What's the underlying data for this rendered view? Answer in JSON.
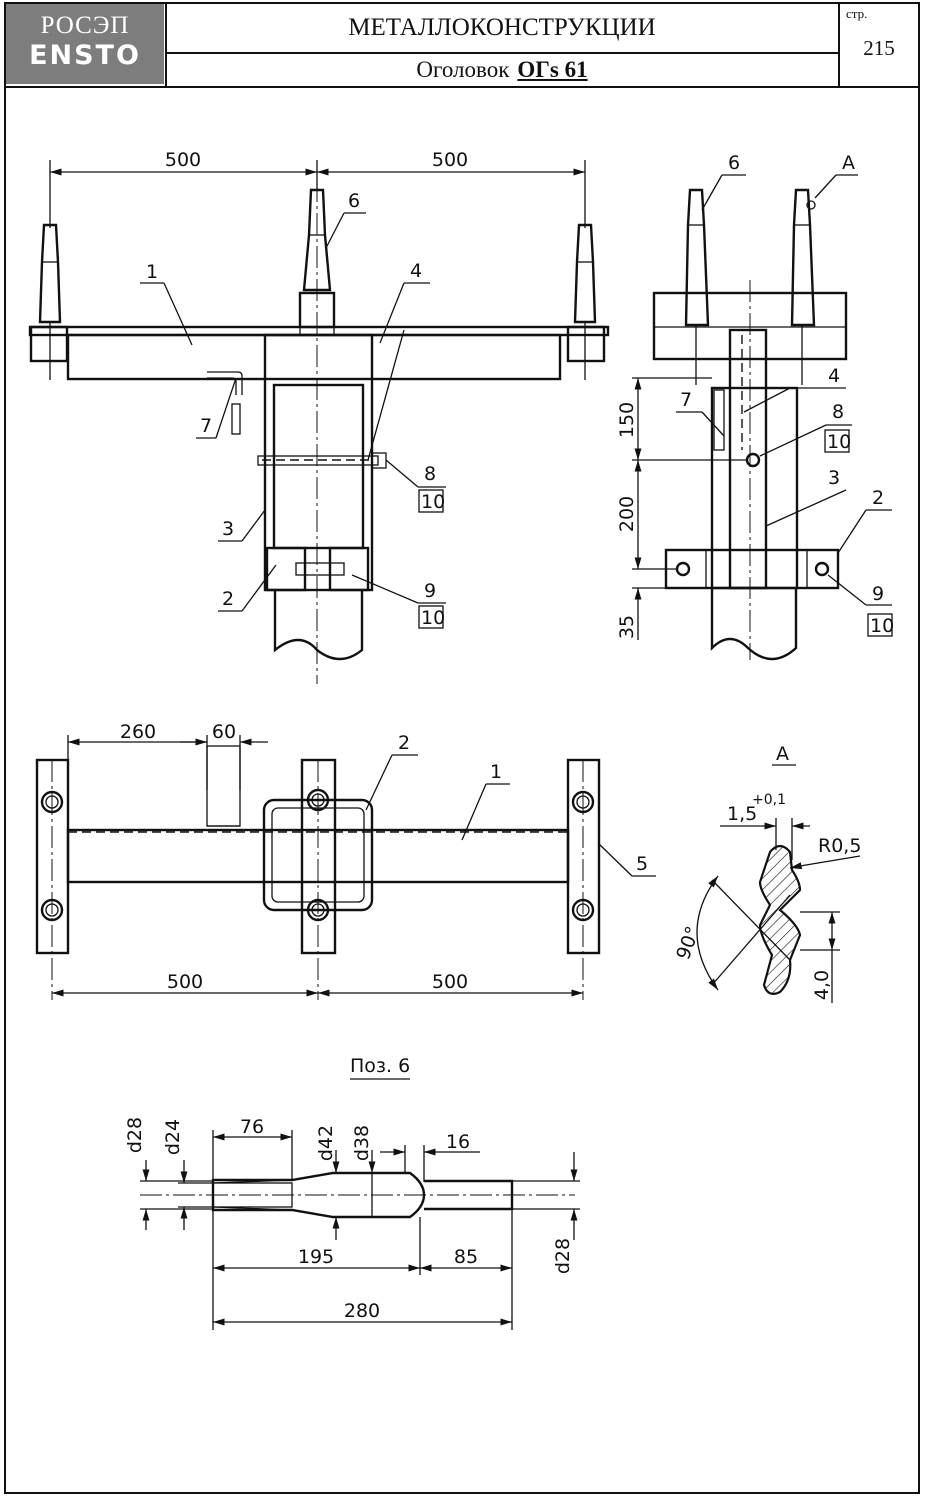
{
  "header": {
    "logo_top": "РОСЭП",
    "logo_bottom": "ENSTO",
    "title": "МЕТАЛЛОКОНСТРУКЦИИ",
    "subtitle_prefix": "Оголовок",
    "subtitle_code": "ОГs 61",
    "page_label": "стр.",
    "page_number": "215"
  },
  "front_view": {
    "dims": {
      "left": "500",
      "right": "500"
    },
    "callouts": {
      "p1": "1",
      "p2": "2",
      "p3": "3",
      "p4": "4",
      "p6": "6",
      "p7": "7",
      "p8": "8",
      "p9": "9",
      "q8": "10",
      "q9": "10"
    }
  },
  "side_view": {
    "dims": {
      "d150": "150",
      "d200": "200",
      "d35": "35"
    },
    "callouts": {
      "p2": "2",
      "p3": "3",
      "p4": "4",
      "p6": "6",
      "p7": "7",
      "p8": "8",
      "p9": "9",
      "q8": "10",
      "q9": "10",
      "detail": "А"
    }
  },
  "top_view": {
    "dims": {
      "d260": "260",
      "d60": "60",
      "bottom_left": "500",
      "bottom_right": "500"
    },
    "callouts": {
      "p1": "1",
      "p2": "2",
      "p5": "5"
    }
  },
  "detail_a": {
    "title": "А",
    "dim_gap": "1,5",
    "dim_gap_tol": "+0,1",
    "radius": "R0,5",
    "angle": "90°",
    "height": "4,0"
  },
  "pos6": {
    "title": "Поз. 6",
    "dims": {
      "d28_left": "d28",
      "d24": "d24",
      "l76": "76",
      "d42": "d42",
      "d38": "d38",
      "l16": "16",
      "d28_right": "d28",
      "l195": "195",
      "l85": "85",
      "l280": "280"
    }
  }
}
